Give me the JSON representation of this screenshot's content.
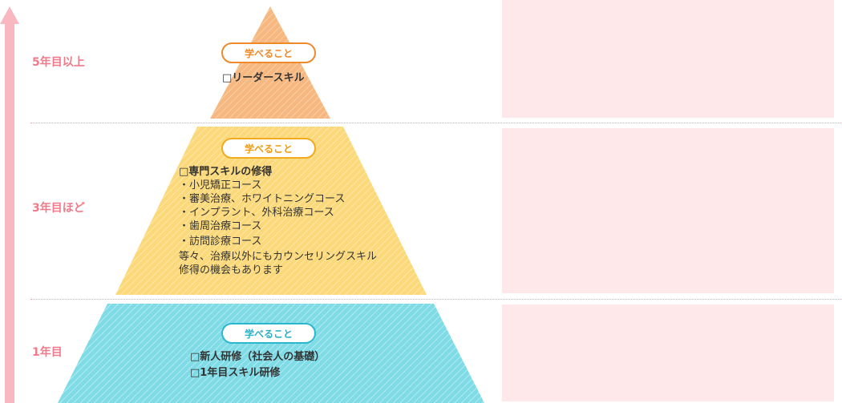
{
  "levels": [
    {
      "label": "5年目以上",
      "badge": "学べること",
      "items": [
        "□リーダースキル"
      ]
    },
    {
      "label": "3年目ほど",
      "badge": "学べること",
      "heading": "□専門スキルの修得",
      "items": [
        "・小児矯正コース",
        "・審美治療、ホワイトニングコース",
        "・インプラント、外科治療コース",
        "・歯周治療コース",
        "・訪問診療コース"
      ],
      "notes": [
        "等々、治療以外にもカウンセリングスキル",
        "修得の機会もあります"
      ]
    },
    {
      "label": "1年目",
      "badge": "学べること",
      "items": [
        "□新人研修（社会人の基礎）",
        "□1年目スキル研修"
      ]
    }
  ],
  "colors": {
    "arrow": "#f9b8bf",
    "tier_top": "#f6b880",
    "tier_middle": "#fbd97a",
    "tier_bottom": "#7fdbe6",
    "side_panel": "#ffe8ea",
    "label_text": "#f07a8a"
  }
}
